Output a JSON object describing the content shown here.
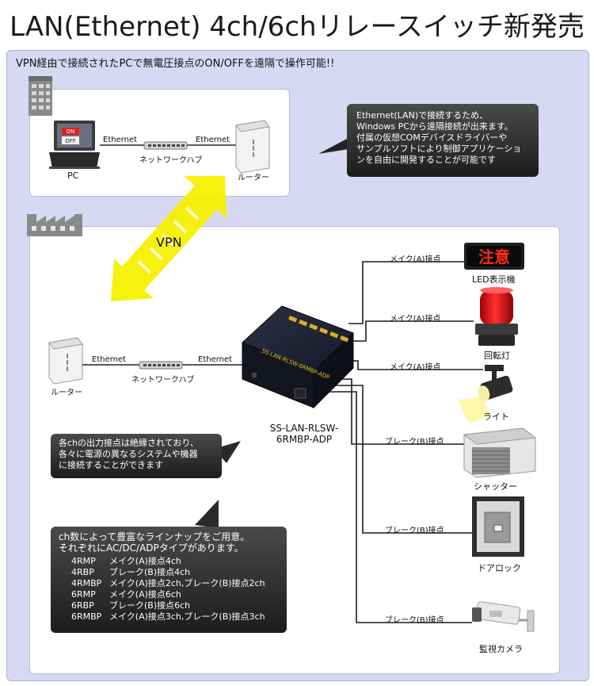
{
  "title": "LAN(Ethernet) 4ch/6chリレースイッチ新発売",
  "subtitle": "VPN経由で接続されたPCで無電圧接点のON/OFFを遠隔で操作可能!!",
  "top_box": {
    "pc_label": "PC",
    "pc_screen_on": "ON",
    "pc_screen_off": "OFF",
    "ethernet_left": "Ethernet",
    "ethernet_right": "Ethernet",
    "hub_label": "ネットワークハブ",
    "router_label": "ルーター"
  },
  "top_callout": [
    "Ethernet(LAN)で接続するため、",
    "Windows PCから遠隔接続が出来ます。",
    "付属の仮想COMデバイスドライバーや",
    "サンプルソフトにより制御アプリケーショ",
    "ンを自由に開発することが可能です"
  ],
  "vpn_label": "VPN",
  "bottom": {
    "router_label": "ルーター",
    "ethernet_left": "Ethernet",
    "ethernet_right": "Ethernet",
    "hub_label": "ネットワークハブ",
    "device_label_line1": "SS-LAN-RLSW-",
    "device_label_line2": "6RMBP-ADP",
    "device_print": "SS-LAN-RLSW-6RMBP-ADP"
  },
  "outputs": [
    {
      "contact": "メイク(A)接点",
      "device": "LED表示機",
      "sign_text": "注意"
    },
    {
      "contact": "メイク(A)接点",
      "device": "回転灯"
    },
    {
      "contact": "メイク(A)接点",
      "device": "ライト"
    },
    {
      "contact": "ブレーク(B)接点",
      "device": "シャッター"
    },
    {
      "contact": "ブレーク(B)接点",
      "device": "ドアロック"
    },
    {
      "contact": "ブレーク(B)接点",
      "device": "監視カメラ"
    }
  ],
  "isolation_callout": [
    "各chの出力接点は絶縁されており、",
    "各々に電源の異なるシステムや機器",
    "に接続することができます"
  ],
  "lineup": {
    "heading": [
      "ch数によって豊富なラインナップをご用意。",
      "それぞれにAC/DC/ADPタイプがあります。"
    ],
    "rows": [
      {
        "model": "4RMP",
        "desc": "メイク(A)接点4ch"
      },
      {
        "model": "4RBP",
        "desc": "ブレーク(B)接点4ch"
      },
      {
        "model": "4RMBP",
        "desc": "メイク(A)接点2ch,ブレーク(B)接点2ch"
      },
      {
        "model": "6RMP",
        "desc": "メイク(A)接点6ch"
      },
      {
        "model": "6RBP",
        "desc": "ブレーク(B)接点6ch"
      },
      {
        "model": "6RMBP",
        "desc": "メイク(A)接点3ch,ブレーク(B)接点3ch"
      }
    ]
  },
  "colors": {
    "panel_bg": "#d7d9f2",
    "callout_bg": "#2a2a2a",
    "vpn_arrow": "#f5f000",
    "led_sign_text": "#ff2a1a",
    "beacon_red": "#e01010",
    "device_body": "#1c1f2e",
    "device_text": "#f0c020"
  }
}
